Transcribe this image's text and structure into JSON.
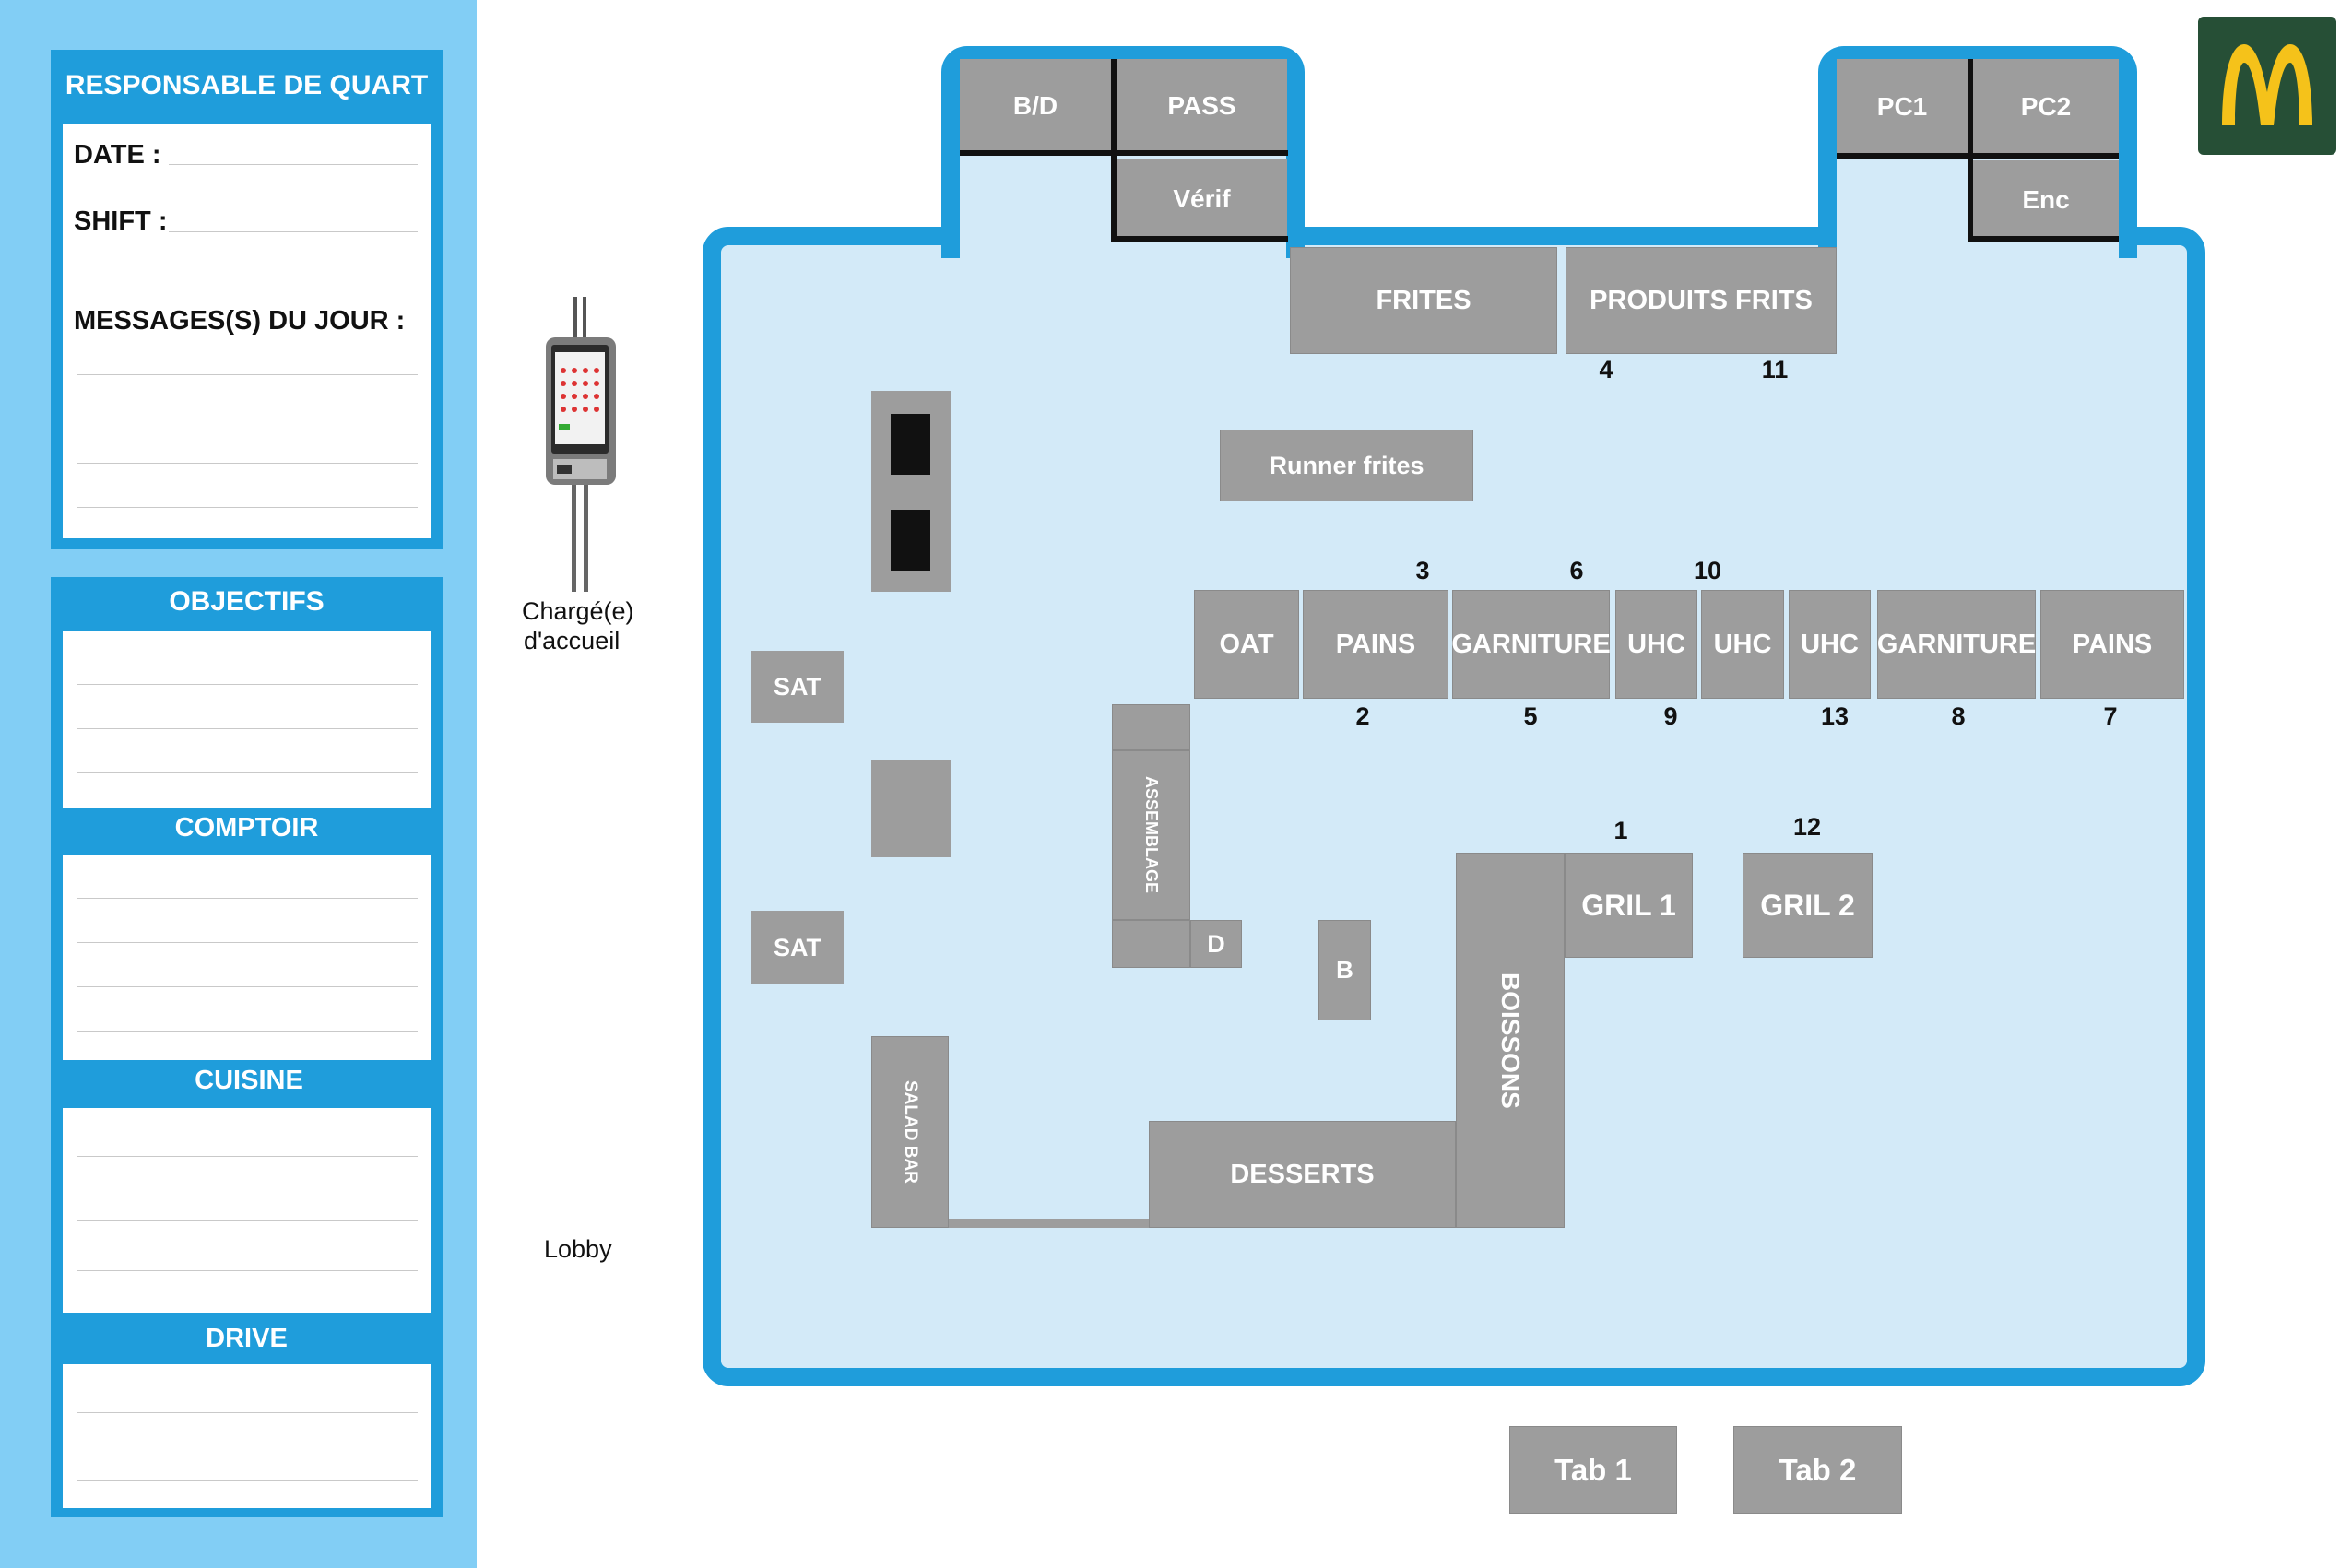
{
  "sidebar": {
    "responsable": {
      "title": "RESPONSABLE DE QUART",
      "date_label": "DATE :",
      "shift_label": "SHIFT :",
      "messages_label": "MESSAGES(S) DU JOUR :"
    },
    "sections": {
      "objectifs": "OBJECTIFS",
      "comptoir": "COMPTOIR",
      "cuisine": "CUISINE",
      "drive": "DRIVE"
    }
  },
  "kiosk": {
    "caption_line1": "Chargé(e)",
    "caption_line2": "d'accueil",
    "icon": "self-order-kiosk-icon"
  },
  "lobby_label": "Lobby",
  "logo": {
    "icon": "golden-arches-icon",
    "bg_color": "#264f36",
    "arch_color": "#f5c21a"
  },
  "stations": {
    "bd": "B/D",
    "pass": "PASS",
    "verif": "Vérif",
    "pc1": "PC1",
    "pc2": "PC2",
    "enc": "Enc",
    "frites": "FRITES",
    "produits_frits": "PRODUITS FRITS",
    "runner_frites": "Runner frites",
    "oat": "OAT",
    "pains_1": "PAINS",
    "garniture_1": "GARNITURE",
    "uhc_1": "UHC",
    "uhc_2": "UHC",
    "uhc_3": "UHC",
    "garniture_2": "GARNITURE",
    "pains_2": "PAINS",
    "sat_1": "SAT",
    "sat_2": "SAT",
    "assemblage": "ASSEMBLAGE",
    "d": "D",
    "b": "B",
    "salad_bar": "SALAD BAR",
    "desserts": "DESSERTS",
    "boissons": "BOISSONS",
    "gril_1": "GRIL 1",
    "gril_2": "GRIL 2",
    "tab_1": "Tab 1",
    "tab_2": "Tab 2"
  },
  "positions": {
    "p1": "1",
    "p2": "2",
    "p3": "3",
    "p4": "4",
    "p5": "5",
    "p6": "6",
    "p7": "7",
    "p8": "8",
    "p9": "9",
    "p10": "10",
    "p11": "11",
    "p12": "12",
    "p13": "13"
  },
  "colors": {
    "accent_blue": "#1f9ddb",
    "sidebar_blue": "#82cef5",
    "floor": "#d3eaf8",
    "station_gray": "#9d9d9d"
  }
}
